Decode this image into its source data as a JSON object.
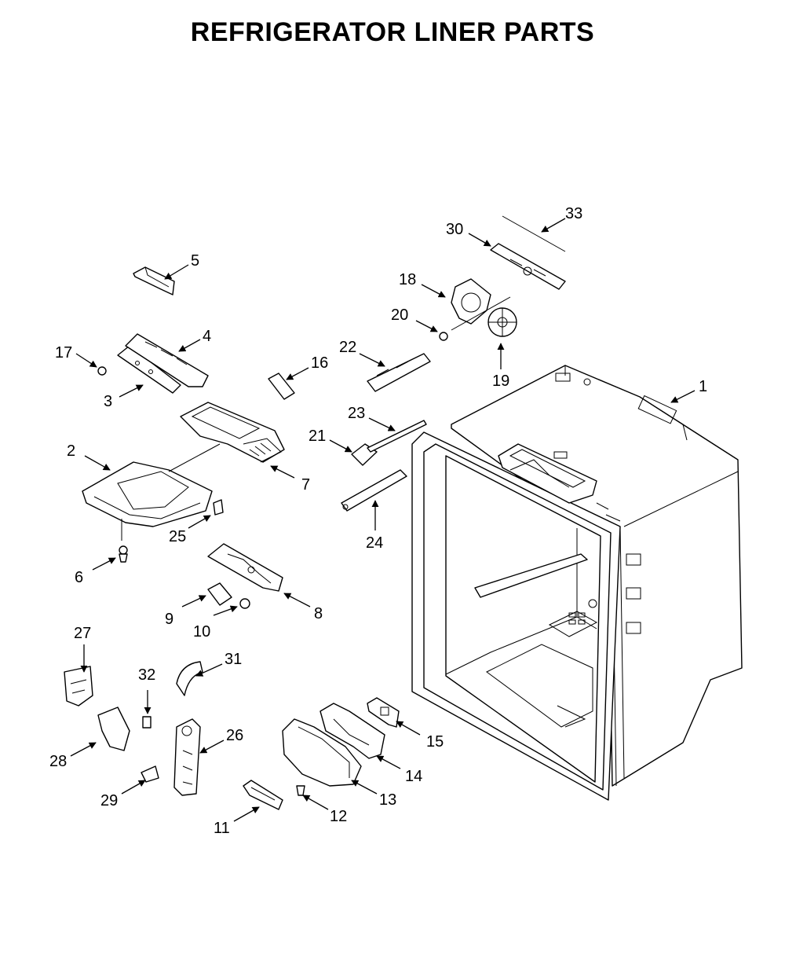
{
  "page": {
    "title": "REFRIGERATOR LINER PARTS"
  },
  "callouts": [
    "1",
    "2",
    "3",
    "4",
    "5",
    "6",
    "7",
    "8",
    "9",
    "10",
    "11",
    "12",
    "13",
    "14",
    "15",
    "16",
    "17",
    "18",
    "19",
    "20",
    "21",
    "22",
    "23",
    "24",
    "25",
    "26",
    "27",
    "28",
    "29",
    "30",
    "31",
    "32",
    "33"
  ],
  "colors": {
    "ink": "#000000",
    "background": "#ffffff"
  }
}
